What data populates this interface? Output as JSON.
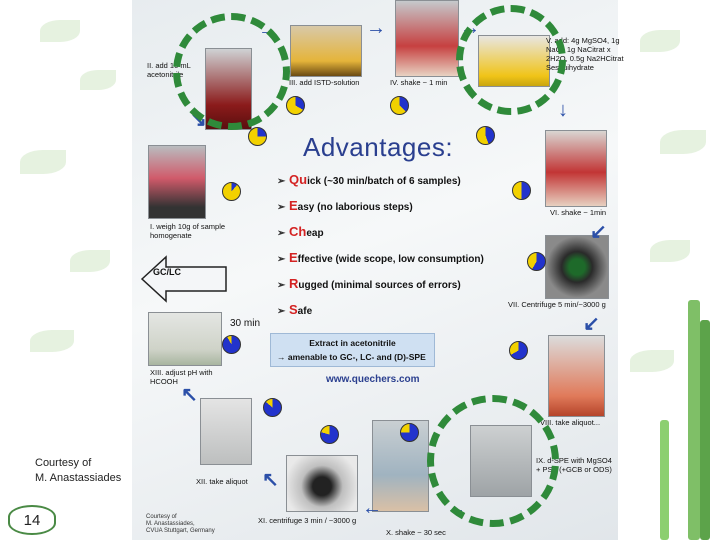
{
  "steps": {
    "s1": "I. weigh 10g of sample homogenate",
    "s2": "II. add 10 mL acetonitrile",
    "s3": "III. add ISTD-solution",
    "s4": "IV. shake ~ 1 min",
    "s5": "V. add: 4g MgSO4, 1g NaCl, 1g NaCitrat x 2H2O, 0.5g Na2HCitrat Sesquihydrate",
    "s6": "VI. shake ~ 1min",
    "s7": "VII. Centrifuge 5 min/~3000 g",
    "s8": "VIII. take aliquot...",
    "s9": "IX. d-SPE with MgSO4 + PSA (+GCB or ODS)",
    "s10": "X. shake ~ 30 sec",
    "s11": "XI. centrifuge 3 min / ~3000 g",
    "s12": "XII. take aliquot",
    "s13": "XIII. adjust pH with HCOOH"
  },
  "advantages": {
    "title": "Advantages:",
    "items": [
      {
        "hl": "Qu",
        "rest": "ick (~30 min/batch of 6 samples)"
      },
      {
        "hl": "E",
        "rest": "asy (no laborious steps)"
      },
      {
        "hl": "Ch",
        "rest": "eap"
      },
      {
        "hl": "E",
        "rest": "ffective (wide scope, low consumption)"
      },
      {
        "hl": "R",
        "rest": "ugged (minimal sources of errors)"
      },
      {
        "hl": "S",
        "rest": "afe"
      }
    ],
    "bullet": "➢"
  },
  "gclc": "GC/LC",
  "time_30": "30 min",
  "extract": {
    "line1": "Extract in acetonitrile",
    "line2": "→ amenable to GC-, LC- and (D)-SPE"
  },
  "url": "www.quechers.com",
  "courtesy_small": {
    "l1": "Courtesy of",
    "l2": "M. Anastassiades,",
    "l3": "CVUA Stuttgart, Germany"
  },
  "courtesy": {
    "l1": "Courtesy of",
    "l2": "M. Anastassiades"
  },
  "page_number": "14",
  "colors": {
    "circle": "#2f8a3a",
    "arrow": "#2b4fa8",
    "pie_fill": "#2233cc",
    "pie_bg": "#f2d100"
  }
}
